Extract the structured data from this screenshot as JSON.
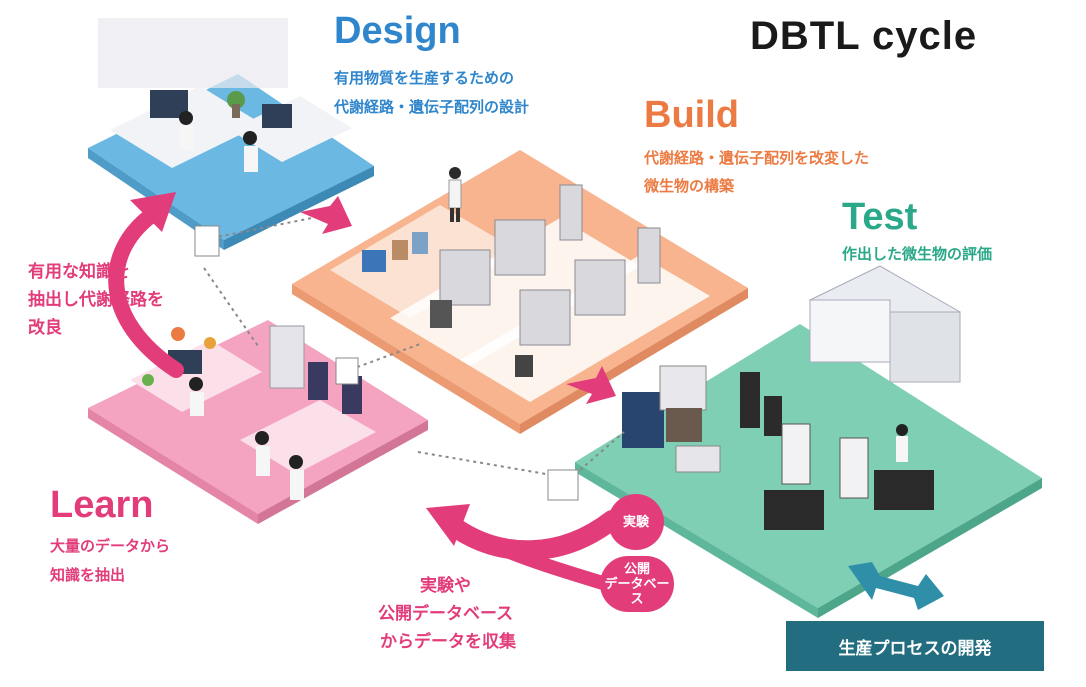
{
  "title": "DBTL cycle",
  "stages": {
    "design": {
      "name": "Design",
      "desc_line1": "有用物質を生産するための",
      "desc_line2": "代謝経路・遺伝子配列の設計"
    },
    "build": {
      "name": "Build",
      "desc_line1": "代謝経路・遺伝子配列を改変した",
      "desc_line2": "微生物の構築"
    },
    "test": {
      "name": "Test",
      "desc_line1": "作出した微生物の評価"
    },
    "learn": {
      "name": "Learn",
      "desc_line1": "大量のデータから",
      "desc_line2": "知識を抽出"
    }
  },
  "learn_to_design_note": {
    "line1": "有用な知識を",
    "line2": "抽出し代謝経路を",
    "line3": "改良"
  },
  "data_collection_note": {
    "line1": "実験や",
    "line2": "公開データベース",
    "line3": "からデータを収集"
  },
  "bubbles": {
    "experiment": "実験",
    "public_line1": "公開",
    "public_line2": "データベース"
  },
  "process_button": "生産プロセスの開発",
  "colors": {
    "design_platform": "#6bb8e3",
    "build_platform": "#f7b48e",
    "test_platform": "#7fcfb5",
    "learn_platform": "#f4a3c0",
    "arrow_pink": "#e23c7a",
    "process_teal": "#226d80",
    "process_arrow": "#2f8fa8"
  }
}
